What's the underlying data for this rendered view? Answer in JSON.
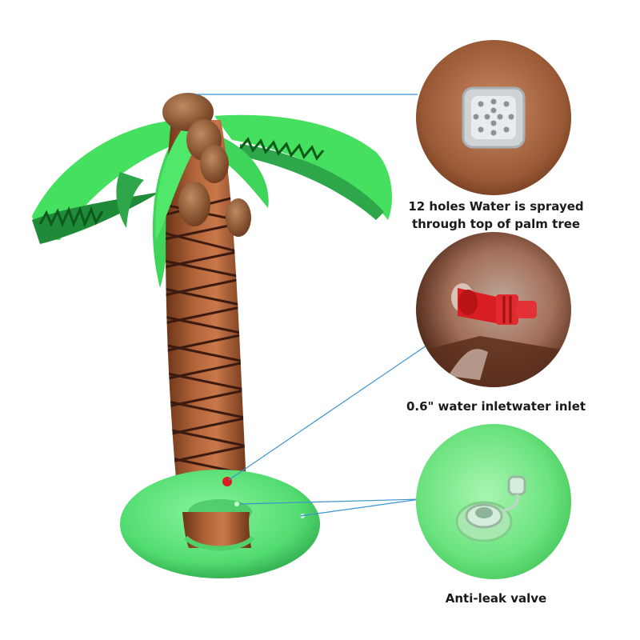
{
  "product": {
    "kind": "inflatable palm tree sprinkler",
    "colors": {
      "trunk": "#a0552e",
      "trunk_stripes": "#3c1a10",
      "leaves": "#45e060",
      "leaf_stripes": "#0d5a1a",
      "base_ring": "#5ee27a",
      "nozzle": "#d81e22",
      "pointer_line": "#3a92d0"
    }
  },
  "callouts": {
    "spray": {
      "icon": "sprinkler-head-icon",
      "caption_line1": "12 holes  Water is sprayed",
      "caption_line2": "through top of palm tree"
    },
    "inlet": {
      "icon": "hose-connector-icon",
      "caption": "0.6\" water inletwater inlet"
    },
    "valve": {
      "icon": "air-valve-icon",
      "caption": "Anti-leak valve"
    }
  }
}
